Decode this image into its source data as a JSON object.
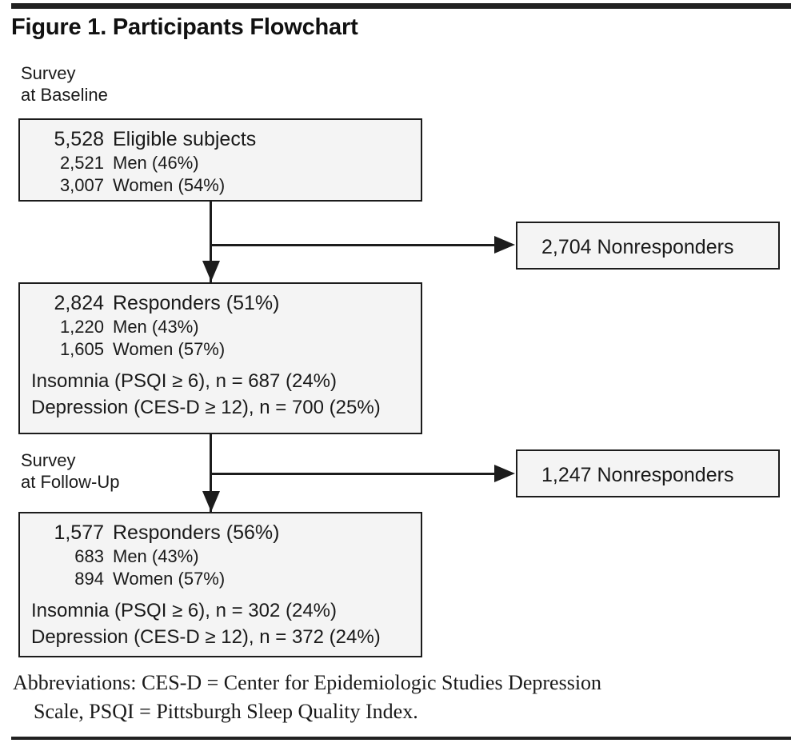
{
  "figure": {
    "title": "Figure 1. Participants Flowchart",
    "accent_color": "#1c1c1c",
    "box_fill": "#f4f4f4"
  },
  "stages": {
    "baseline": "Survey\nat Baseline",
    "baseline_line1": "Survey",
    "baseline_line2": "at Baseline",
    "followup_line1": "Survey",
    "followup_line2": "at Follow-Up"
  },
  "boxes": {
    "eligible": {
      "head_num": "5,528",
      "head_text": "Eligible subjects",
      "rows": [
        {
          "num": "2,521",
          "text": "Men (46%)"
        },
        {
          "num": "3,007",
          "text": "Women (54%)"
        }
      ]
    },
    "responders_baseline": {
      "head_num": "2,824",
      "head_text": "Responders (51%)",
      "rows": [
        {
          "num": "1,220",
          "text": "Men (43%)"
        },
        {
          "num": "1,605",
          "text": "Women (57%)"
        }
      ],
      "stats": [
        "Insomnia (PSQI ≥ 6), n = 687 (24%)",
        "Depression (CES-D ≥ 12), n = 700 (25%)"
      ]
    },
    "responders_followup": {
      "head_num": "1,577",
      "head_text": "Responders (56%)",
      "rows": [
        {
          "num": "683",
          "text": "Men (43%)"
        },
        {
          "num": "894",
          "text": "Women (57%)"
        }
      ],
      "stats": [
        "Insomnia (PSQI ≥ 6), n = 302 (24%)",
        "Depression (CES-D ≥ 12), n = 372 (24%)"
      ]
    },
    "nonresponders_baseline": {
      "text": "2,704 Nonresponders"
    },
    "nonresponders_followup": {
      "text": "1,247 Nonresponders"
    }
  },
  "footnote": {
    "line1": "Abbreviations: CES-D = Center for Epidemiologic Studies Depression",
    "line2": "Scale, PSQI = Pittsburgh Sleep Quality Index."
  }
}
